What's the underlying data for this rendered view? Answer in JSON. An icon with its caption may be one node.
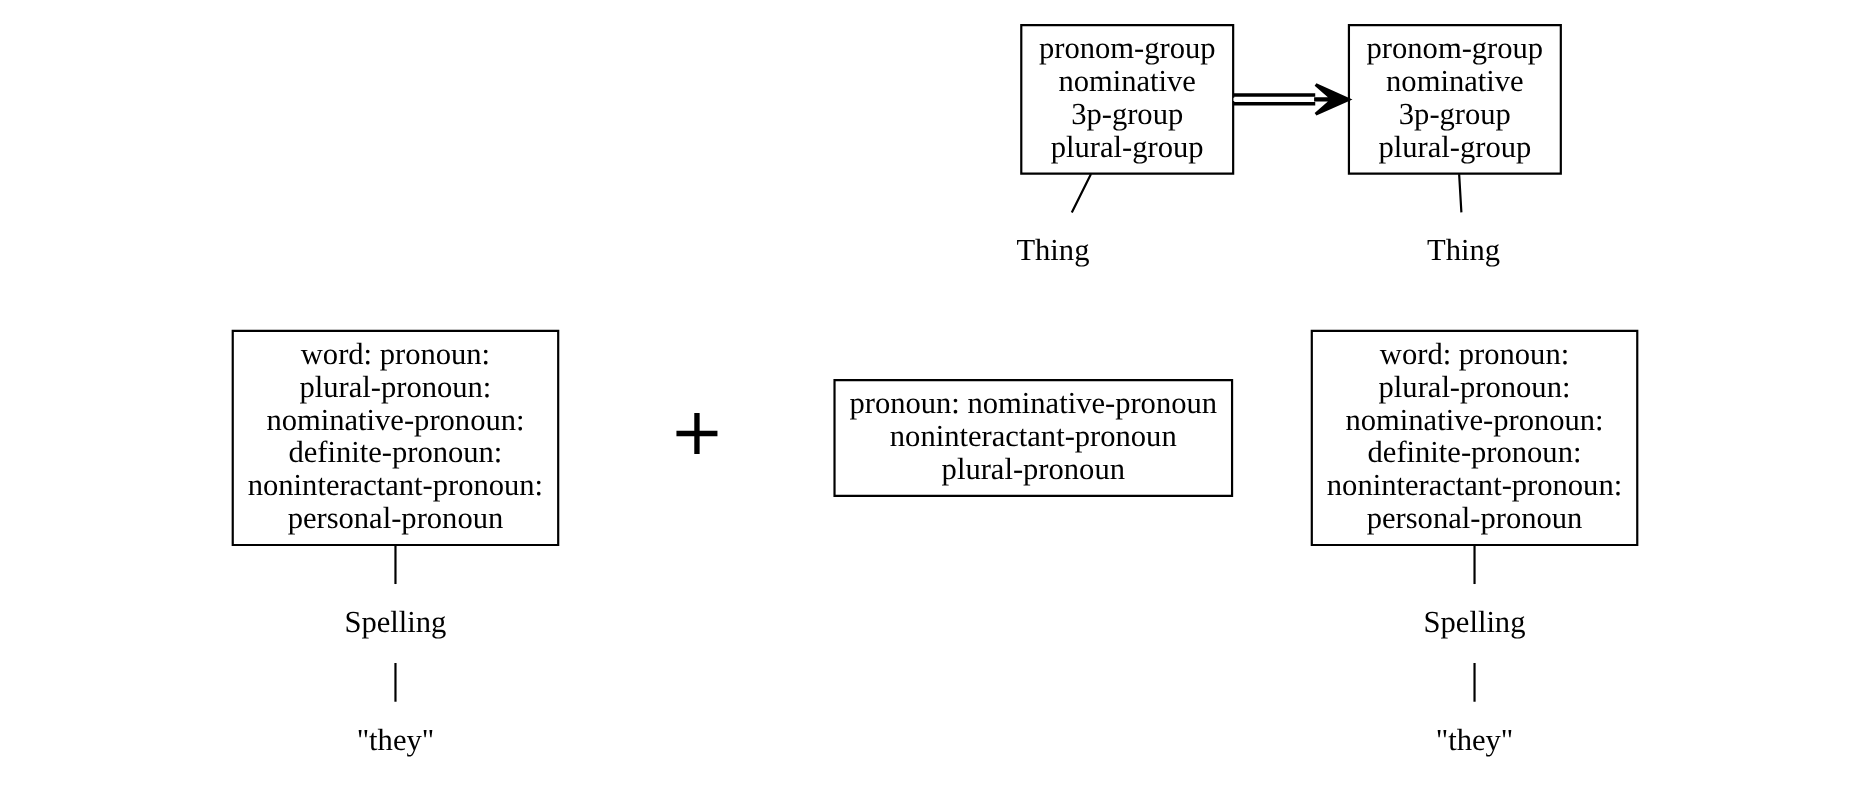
{
  "diagram": {
    "nodes": [
      {
        "text": [
          "word: pronoun:",
          "plural-pronoun:",
          "nominative-pronoun:",
          "definite-pronoun:",
          "noninteractant-pronoun:",
          "personal-pronoun"
        ]
      },
      {
        "text": [
          "Spelling"
        ]
      },
      {
        "text": [
          "\"they\""
        ]
      },
      {
        "text": [
          "pronom-group",
          "nominative",
          "3p-group",
          "plural-group"
        ]
      },
      {
        "text": [
          "Thing"
        ]
      },
      {
        "text": [
          "pronoun: nominative-pronoun",
          "noninteractant-pronoun",
          "plural-pronoun"
        ]
      },
      {
        "text": [
          "pronom-group",
          "nominative",
          "3p-group",
          "plural-group"
        ]
      },
      {
        "text": [
          "Thing"
        ]
      },
      {
        "text": [
          "word: pronoun:",
          "plural-pronoun:",
          "nominative-pronoun:",
          "definite-pronoun:",
          "noninteractant-pronoun:",
          "personal-pronoun"
        ]
      },
      {
        "text": [
          "Spelling"
        ]
      },
      {
        "text": [
          "\"they\""
        ]
      }
    ],
    "edges": [
      {
        "from": 0,
        "to": 1,
        "arrow": "none"
      },
      {
        "from": 1,
        "to": 2,
        "arrow": "none"
      },
      {
        "from": 3,
        "to": 4,
        "arrow": "none"
      },
      {
        "from": 3,
        "to": 6,
        "arrow": "to"
      },
      {
        "from": 6,
        "to": 7,
        "arrow": "none"
      },
      {
        "from": 8,
        "to": 9,
        "arrow": "none"
      },
      {
        "from": 9,
        "to": 10,
        "arrow": "none"
      }
    ],
    "labels": [
      "+"
    ]
  }
}
